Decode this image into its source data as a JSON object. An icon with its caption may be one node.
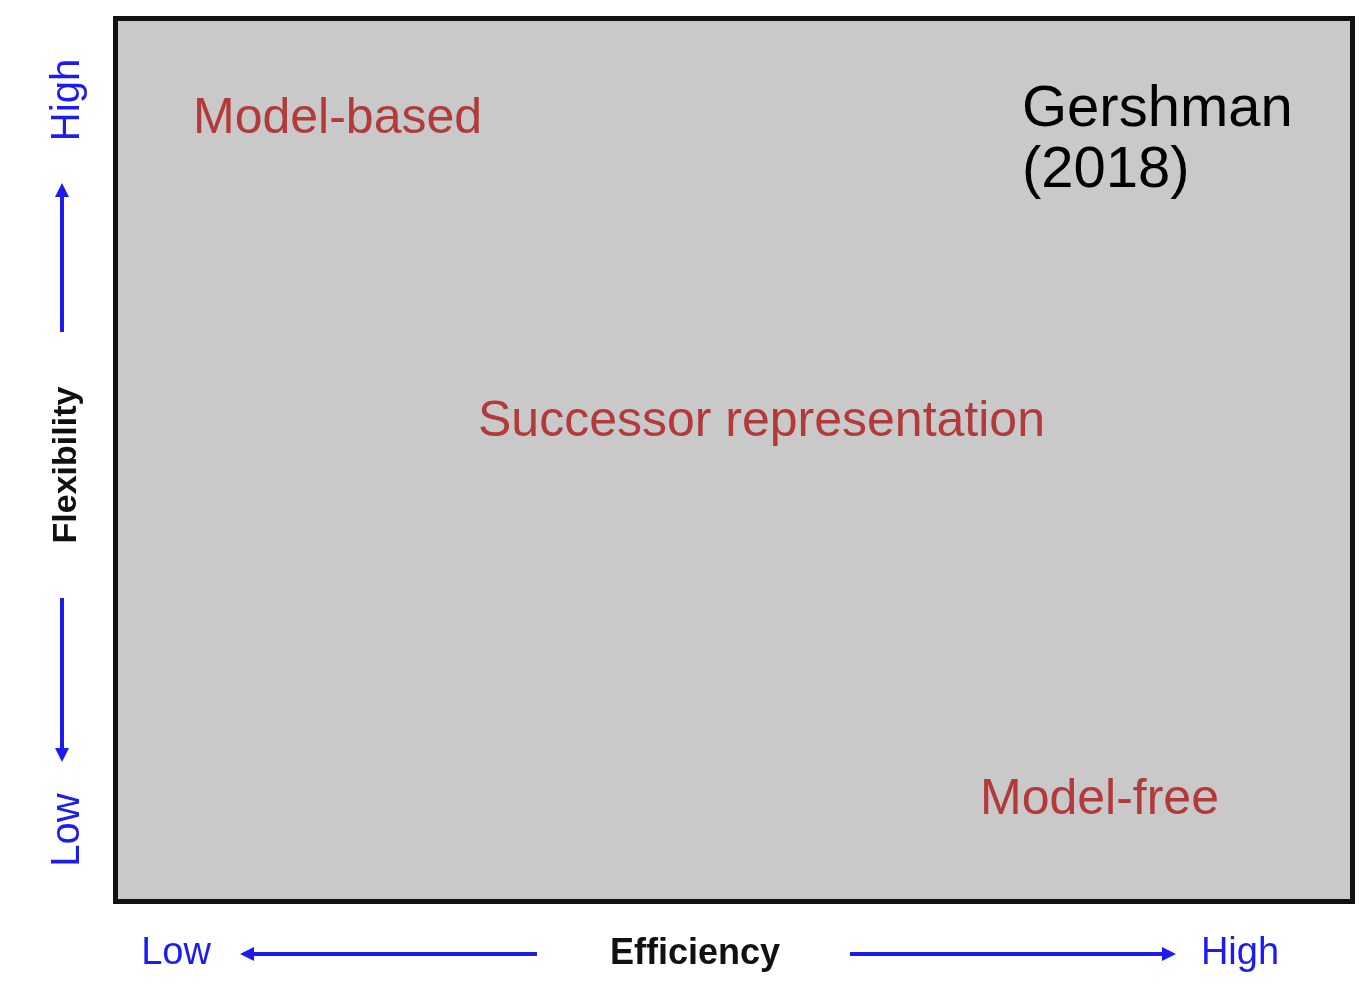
{
  "diagram": {
    "labels": [
      "High",
      "Model-based",
      "Gershman (2018)",
      "Flexibility",
      "Successor representation",
      "Low",
      "Model-free",
      "Low",
      "Efficiency",
      "High"
    ]
  }
}
